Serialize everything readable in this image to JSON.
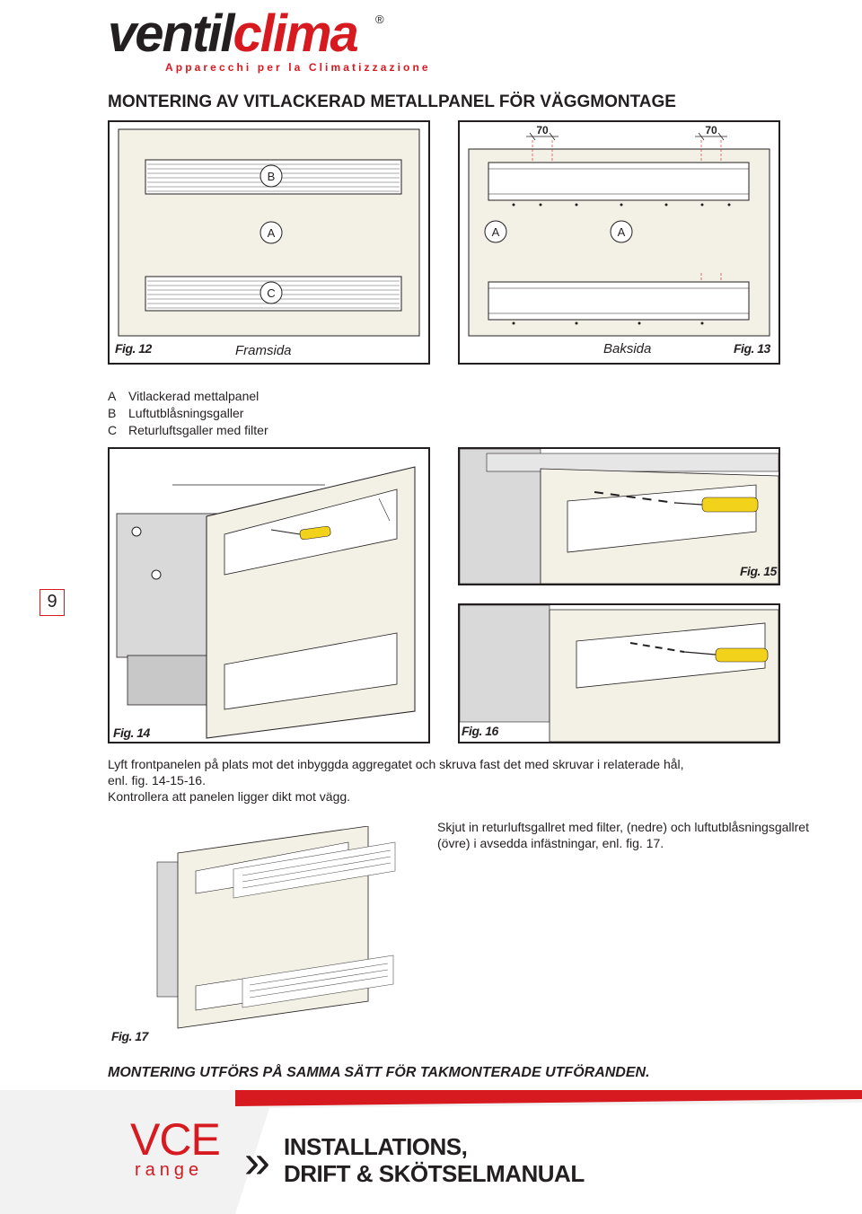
{
  "logo": {
    "word_dark": "ventil",
    "word_red": "clima",
    "registered": "®",
    "tagline": "Apparecchi per la Climatizzazione"
  },
  "heading": "MONTERING AV VITLACKERAD METALLPANEL FÖR VÄGGMONTAGE",
  "fig12": {
    "label": "Fig. 12",
    "view": "Framsida",
    "marks": {
      "b": "B",
      "a": "A",
      "c": "C"
    }
  },
  "fig13": {
    "label": "Fig. 13",
    "view": "Baksida",
    "dim_left": "70",
    "dim_right": "70",
    "mark_a": "A"
  },
  "legend": [
    {
      "key": "A",
      "text": "Vitlackerad mettalpanel"
    },
    {
      "key": "B",
      "text": "Luftutblåsningsgaller"
    },
    {
      "key": "C",
      "text": "Returluftsgaller med filter"
    }
  ],
  "page_number": "9",
  "fig14": {
    "label": "Fig. 14"
  },
  "fig15": {
    "label": "Fig. 15"
  },
  "fig16": {
    "label": "Fig. 16"
  },
  "fig17": {
    "label": "Fig. 17"
  },
  "instructions": {
    "line1": "Lyft frontpanelen på plats mot det inbyggda aggregatet och skruva fast det med skruvar i relaterade hål,",
    "line2": "enl. fig. 14-15-16.",
    "line3": "Kontrollera att panelen ligger dikt mot vägg.",
    "grille1": "Skjut in returluftsgallret med filter, (nedre) och luftutblåsningsgallret",
    "grille2": "(övre) i avsedda infästningar, enl. fig. 17."
  },
  "bottom_note": "MONTERING UTFÖRS PÅ SAMMA SÄTT FÖR TAKMONTERADE UTFÖRANDEN.",
  "footer": {
    "brand": "VCE",
    "range": "range",
    "arrows": "»",
    "title_line1": "INSTALLATIONS,",
    "title_line2": "DRIFT & SKÖTSELMANUAL"
  },
  "colors": {
    "brand_red": "#d71920",
    "text_dark": "#231f20",
    "panel": "#f3f0e6",
    "screwdriver": "#f2d21b"
  }
}
